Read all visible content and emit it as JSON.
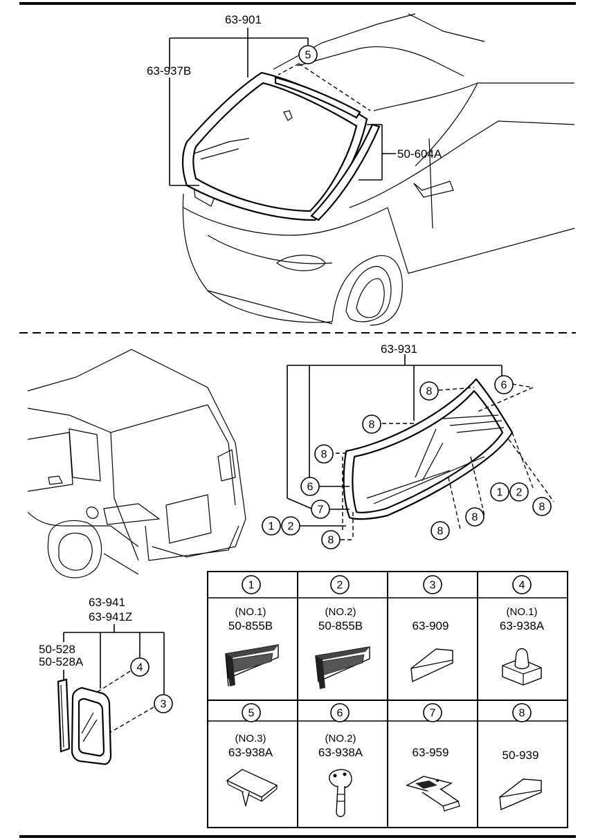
{
  "front_section": {
    "part_windshield": "63-901",
    "part_molding": "63-937B",
    "part_weatherstrip": "50-604A",
    "callout_clip": "5"
  },
  "rear_section": {
    "part_back_glass": "63-931",
    "callouts": [
      "8",
      "6",
      "8",
      "8",
      "6",
      "7",
      "1",
      "2",
      "8",
      "8",
      "8",
      "1",
      "2",
      "8"
    ]
  },
  "quarter_section": {
    "part_quarter_glass": "63-941",
    "part_quarter_glass_alt": "63-941Z",
    "part_seal": "50-528",
    "part_seal_alt": "50-528A",
    "callout_4": "4",
    "callout_3": "3"
  },
  "table": {
    "cells": [
      {
        "ref": "1",
        "note": "(NO.1)",
        "part": "50-855B"
      },
      {
        "ref": "2",
        "note": "(NO.2)",
        "part": "50-855B"
      },
      {
        "ref": "3",
        "note": "",
        "part": "63-909"
      },
      {
        "ref": "4",
        "note": "(NO.1)",
        "part": "63-938A"
      },
      {
        "ref": "5",
        "note": "(NO.3)",
        "part": "63-938A"
      },
      {
        "ref": "6",
        "note": "(NO.2)",
        "part": "63-938A"
      },
      {
        "ref": "7",
        "note": "",
        "part": "63-959"
      },
      {
        "ref": "8",
        "note": "",
        "part": "50-939"
      }
    ]
  }
}
